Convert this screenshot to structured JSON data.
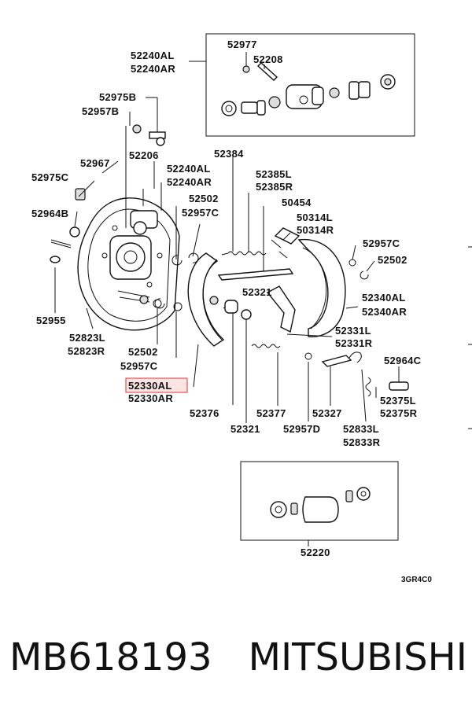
{
  "labels": {
    "l52240AL_top": "52240AL",
    "l52240AR_top": "52240AR",
    "l52977": "52977",
    "l52208": "52208",
    "l52975B": "52975B",
    "l52957B": "52957B",
    "l52206": "52206",
    "l52967": "52967",
    "l52975C": "52975C",
    "l52964B": "52964B",
    "l52955": "52955",
    "l52823L": "52823L",
    "l52823R": "52823R",
    "l52240AL_mid": "52240AL",
    "l52240AR_mid": "52240AR",
    "l52502_a": "52502",
    "l52957C_a": "52957C",
    "l52502_b": "52502",
    "l52957C_b": "52957C",
    "l52330AL": "52330AL",
    "l52330AR": "52330AR",
    "l52384": "52384",
    "l52385L": "52385L",
    "l52385R": "52385R",
    "l50454": "50454",
    "l50314L": "50314L",
    "l50314R": "50314R",
    "l52957C_c": "52957C",
    "l52502_c": "52502",
    "l52321_a": "52321",
    "l52340AL": "52340AL",
    "l52340AR": "52340AR",
    "l52331L": "52331L",
    "l52331R": "52331R",
    "l52964C": "52964C",
    "l52376": "52376",
    "l52377": "52377",
    "l52327": "52327",
    "l52375L": "52375L",
    "l52375R": "52375R",
    "l52321_b": "52321",
    "l52957D": "52957D",
    "l52833L": "52833L",
    "l52833R": "52833R",
    "l52220": "52220"
  },
  "diagram_code": "3GR4C0",
  "highlighted_part": "52330AL",
  "highlight_color": "#d33333",
  "footer": {
    "part_number": "MB618193",
    "brand": "MITSUBISHI"
  }
}
